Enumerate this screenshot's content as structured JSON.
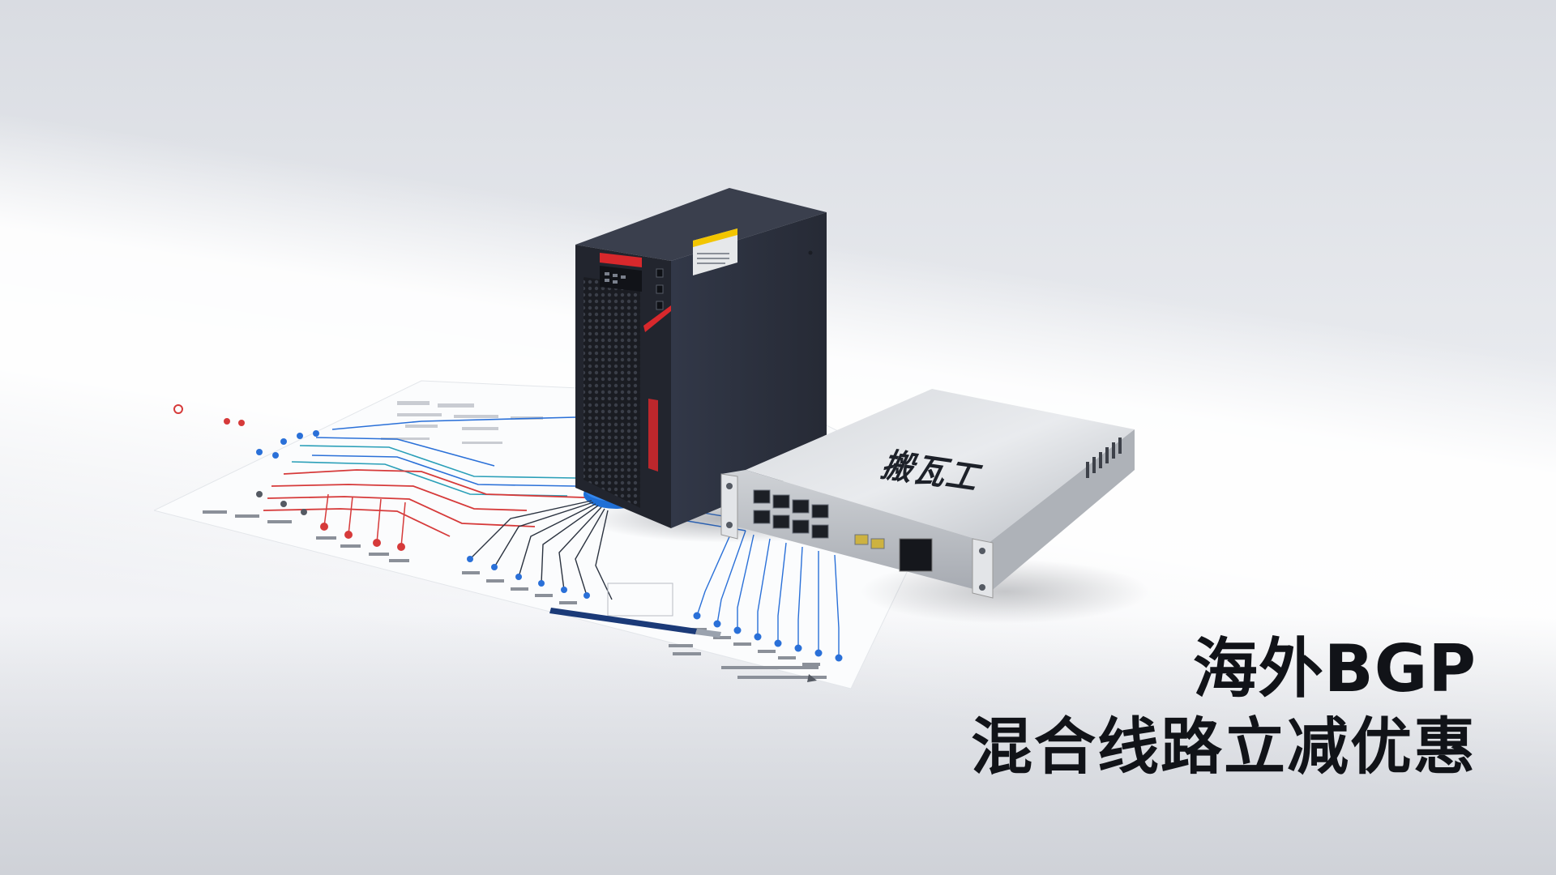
{
  "headline": {
    "line1": "海外BGP",
    "line2": "混合线路立减优惠"
  },
  "device": {
    "brand_label": "搬瓦工"
  },
  "colors": {
    "tower_body": "#2b3040",
    "tower_accent": "#d8282c",
    "switch_body": "#c9ccd1",
    "diagram_red": "#d63a3a",
    "diagram_blue": "#2a70d8",
    "diagram_teal": "#2a9fb8",
    "text": "#111318"
  },
  "icons": [
    "server-tower-icon",
    "network-switch-icon",
    "network-diagram-icon"
  ]
}
